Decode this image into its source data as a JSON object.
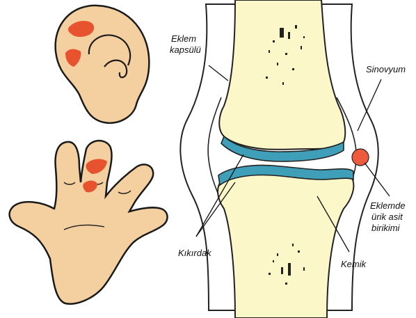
{
  "colors": {
    "skin": "#f4cfa0",
    "skin_outline": "#1a1a1a",
    "bone": "#fbf7c9",
    "cartilage": "#3f9fb8",
    "uric_acid_deposit": "#ee5a3c",
    "tophi": "#e8532f",
    "capsule_outline": "#222222"
  },
  "icons": {
    "ear": "ear-illustration",
    "hand": "hand-illustration",
    "joint": "joint-cross-section"
  },
  "labels": {
    "capsule_line1": "Eklem",
    "capsule_line2": "kapsülü",
    "synovium": "Sinovyum",
    "uric_line1": "Eklemde",
    "uric_line2": "ürik asit",
    "uric_line3": "birikimi",
    "cartilage": "Kıkırdak",
    "bone": "Kemik"
  }
}
